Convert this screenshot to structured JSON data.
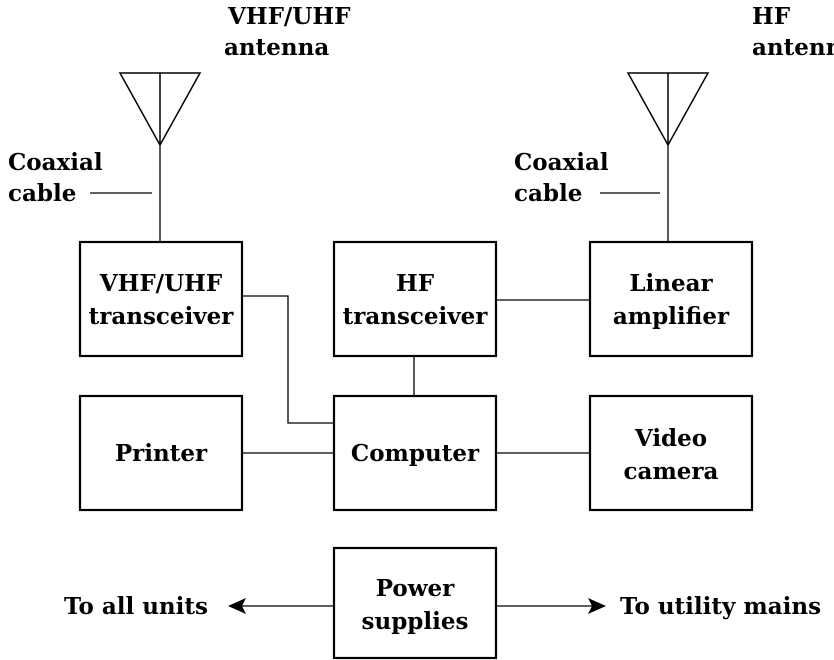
{
  "antennas": {
    "vhf_uhf": {
      "line1": "VHF/UHF",
      "line2": "antenna"
    },
    "hf": {
      "line1": "HF",
      "line2": "antenna"
    }
  },
  "cables": {
    "left": {
      "line1": "Coaxial",
      "line2": "cable"
    },
    "right": {
      "line1": "Coaxial",
      "line2": "cable"
    }
  },
  "boxes": {
    "vhf_uhf_transceiver": {
      "line1": "VHF/UHF",
      "line2": "transceiver"
    },
    "hf_transceiver": {
      "line1": "HF",
      "line2": "transceiver"
    },
    "linear_amplifier": {
      "line1": "Linear",
      "line2": "amplifier"
    },
    "printer": {
      "line1": "Printer"
    },
    "computer": {
      "line1": "Computer"
    },
    "video_camera": {
      "line1": "Video",
      "line2": "camera"
    },
    "power_supplies": {
      "line1": "Power",
      "line2": "supplies"
    }
  },
  "arrows": {
    "left": "To all units",
    "right": "To utility mains"
  },
  "colors": {
    "ink": "#000000",
    "background": "#ffffff"
  }
}
